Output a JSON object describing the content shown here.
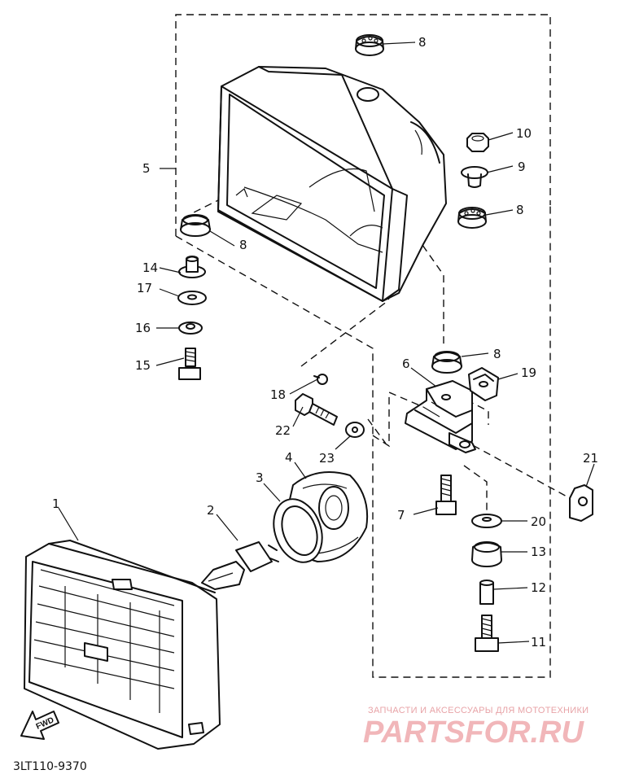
{
  "diagram": {
    "code": "3LT110-9370",
    "front_arrow_label": "FWD",
    "callouts": [
      "1",
      "2",
      "3",
      "4",
      "5",
      "6",
      "7",
      "8",
      "8",
      "8",
      "8",
      "9",
      "10",
      "11",
      "12",
      "13",
      "14",
      "15",
      "16",
      "17",
      "18",
      "19",
      "20",
      "21",
      "22",
      "23"
    ]
  },
  "watermark": {
    "tagline": "ЗАПЧАСТИ И АКСЕССУАРЫ ДЛЯ МОТОТЕХНИКИ",
    "logo": "PARTSFOR.RU"
  }
}
